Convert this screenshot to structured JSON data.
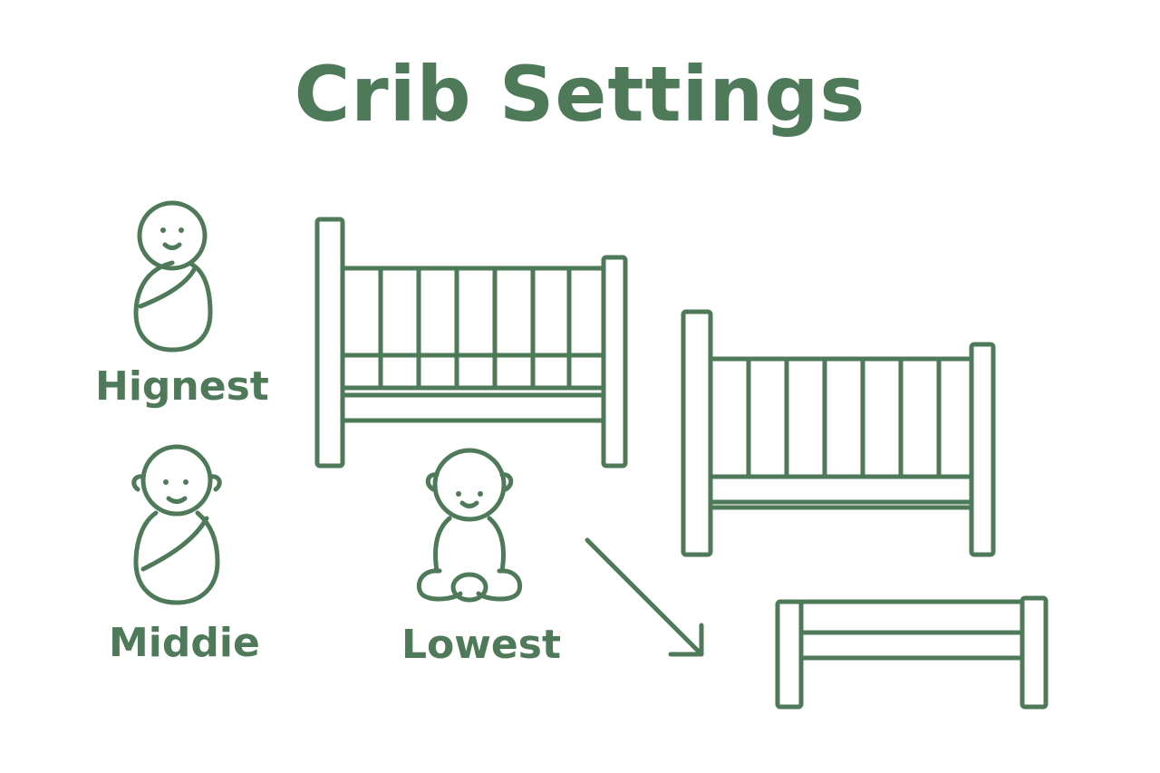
{
  "title": "Crib Settings",
  "levels": [
    {
      "label": "Hignest",
      "baby_icon": "swaddled-baby-icon"
    },
    {
      "label": "Middie",
      "baby_icon": "rolling-baby-icon"
    },
    {
      "label": "Lowest",
      "baby_icon": "sitting-baby-icon"
    }
  ],
  "icons": {
    "crib_high": "crib-highest-icon",
    "crib_middle": "crib-middle-icon",
    "crib_low": "crib-lowest-icon",
    "arrow": "arrow-down-right-icon"
  },
  "colors": {
    "accent": "#4f7a5a",
    "background": "#ffffff"
  }
}
